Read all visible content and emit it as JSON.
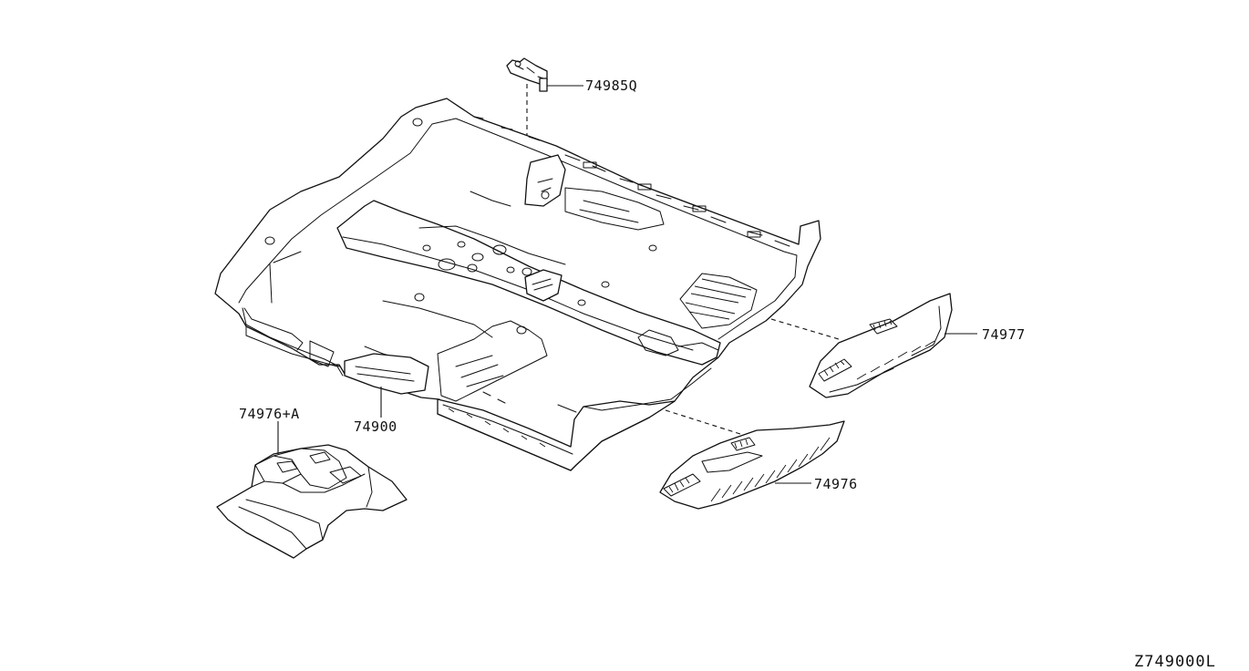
{
  "diagram": {
    "labels": {
      "clip": "74985Q",
      "main_carpet": "74900",
      "rear_mat_right": "74977",
      "rear_mat_left": "74976",
      "front_mat": "74976+A"
    },
    "drawing_code": "Z749000L"
  }
}
